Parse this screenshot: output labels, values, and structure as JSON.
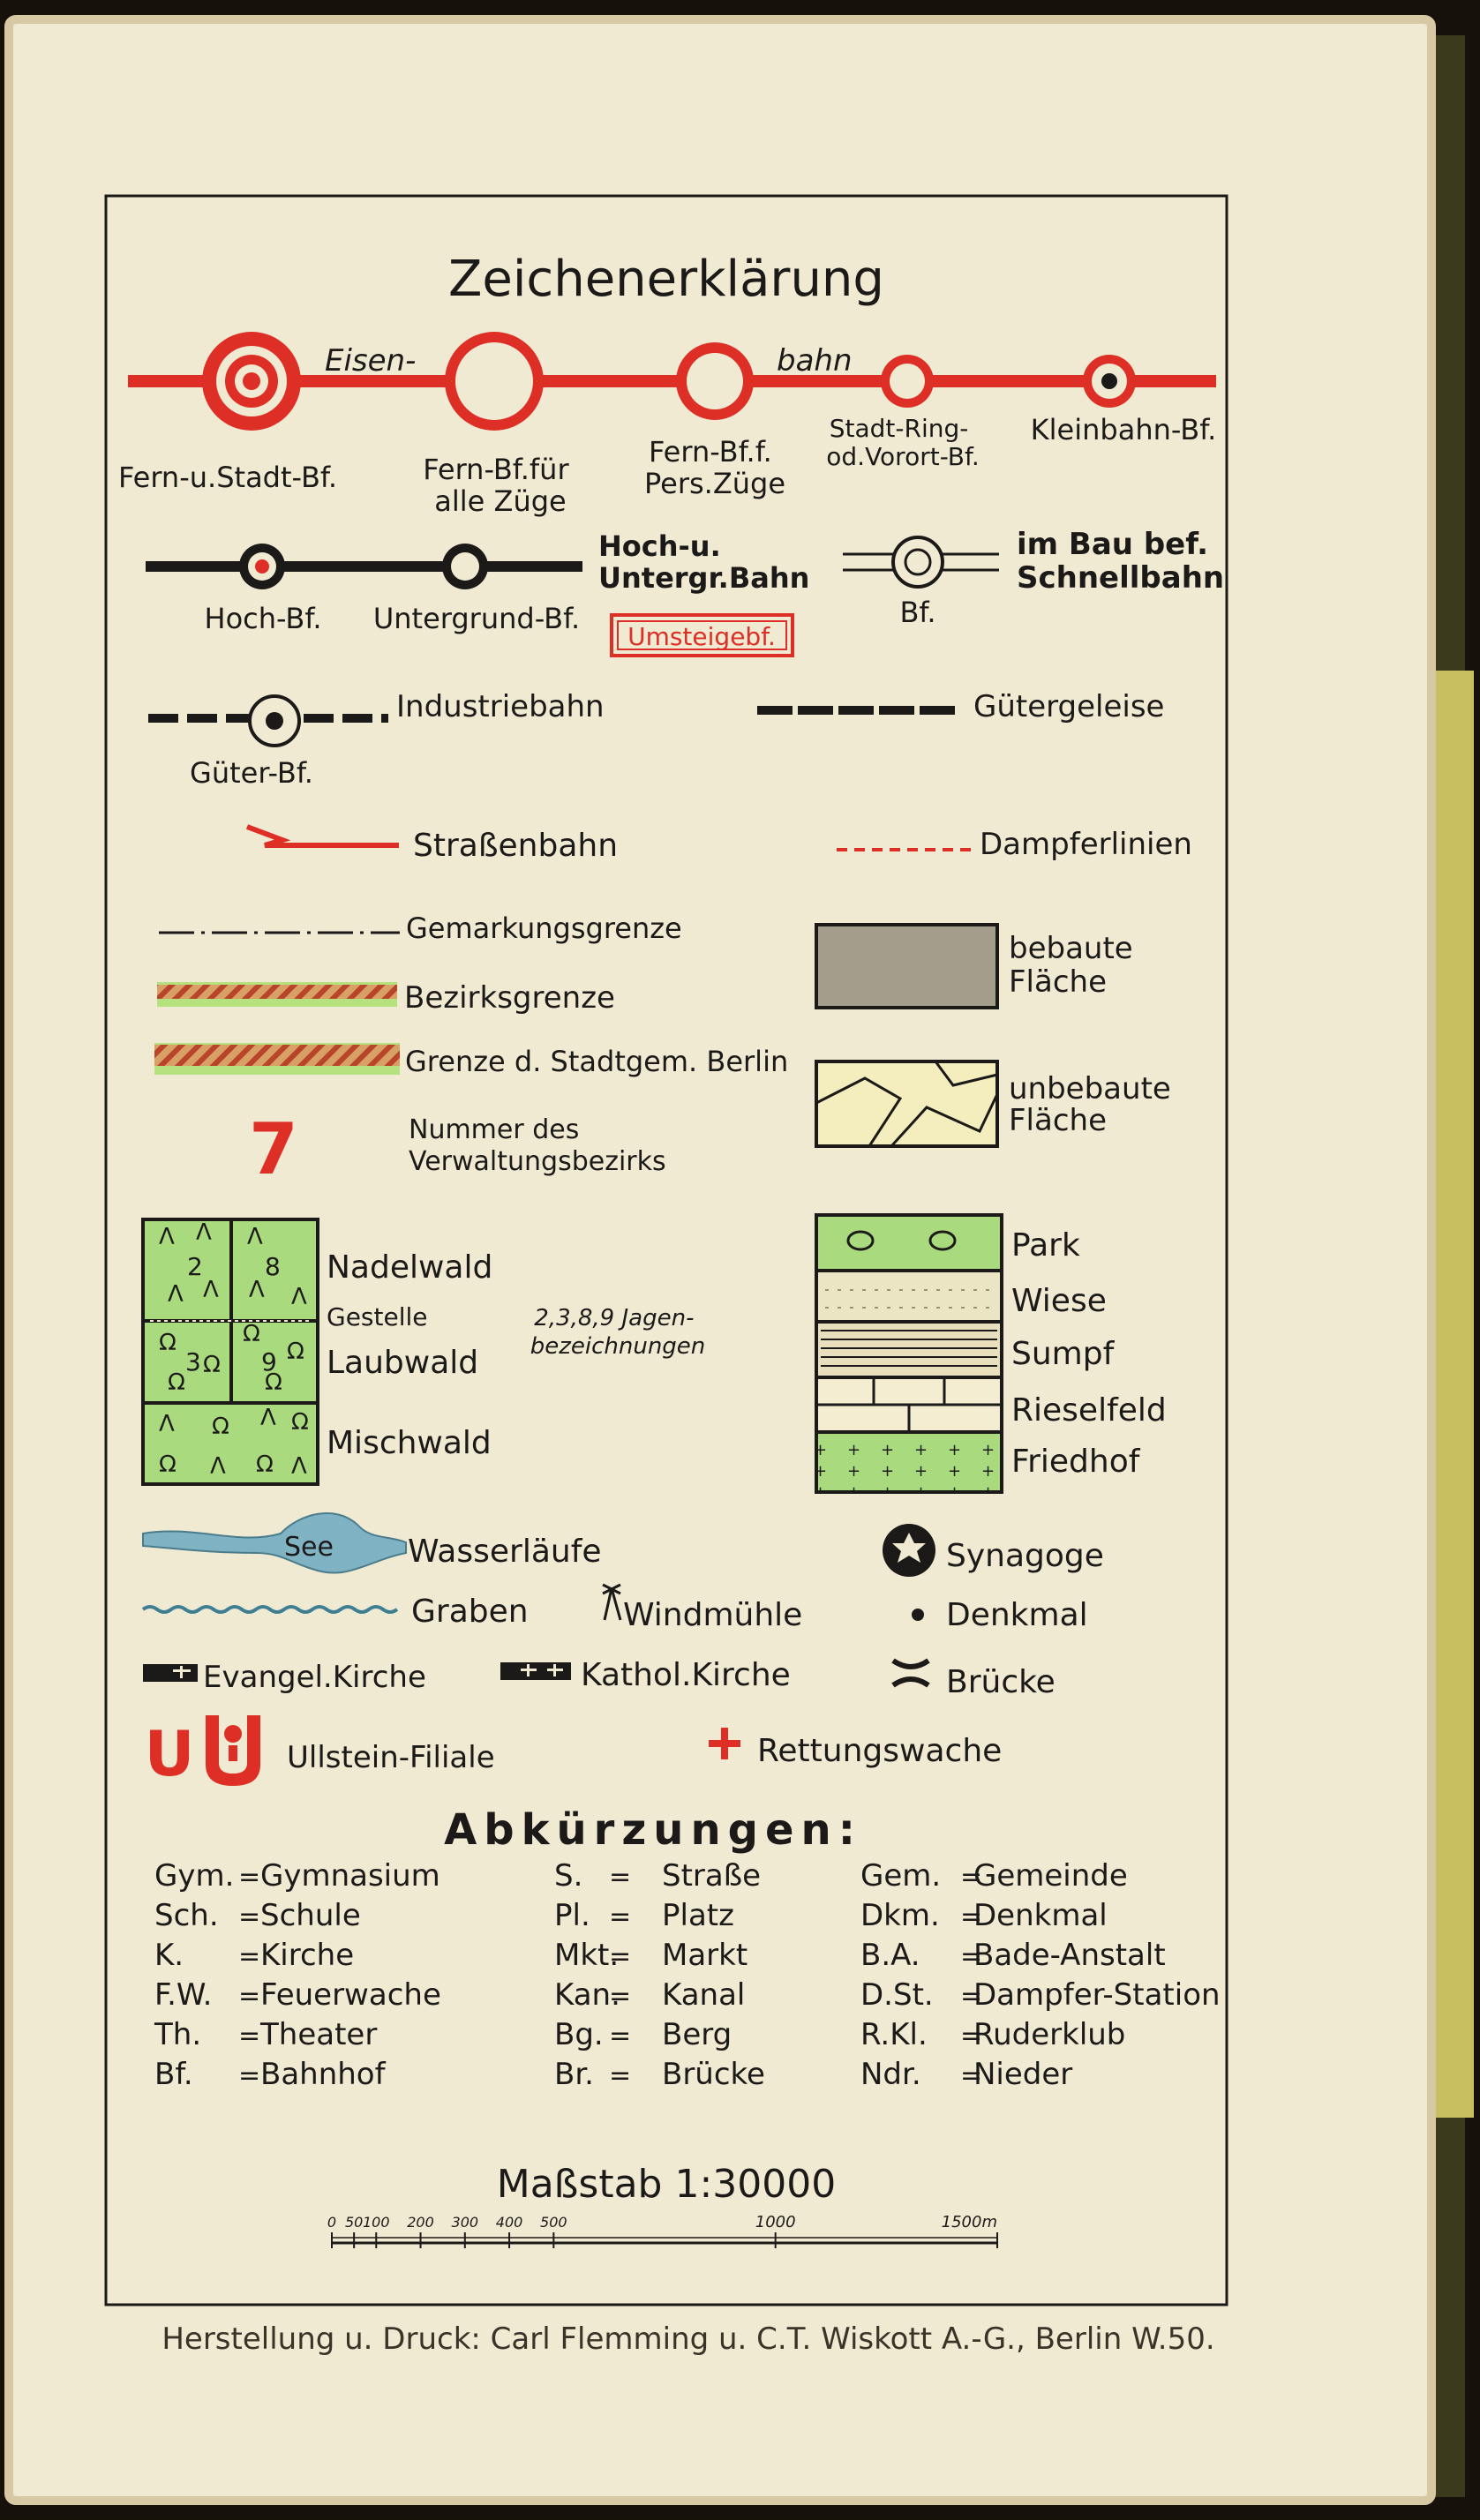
{
  "title": "Zeichenerklärung",
  "railway": {
    "line_left": "Eisen-",
    "line_right": "bahn",
    "stations": [
      {
        "lines": [
          "Fern-u.Stadt-Bf."
        ]
      },
      {
        "lines": [
          "Fern-Bf.für",
          "alle Züge"
        ]
      },
      {
        "lines": [
          "Fern-Bf.f.",
          "Pers.Züge"
        ]
      },
      {
        "lines": [
          "Stadt-Ring-",
          "od.Vorort-Bf."
        ]
      },
      {
        "lines": [
          "Kleinbahn-Bf."
        ]
      }
    ]
  },
  "hochbahn": {
    "label_lines": [
      "Hoch-u.",
      "Untergr.Bahn"
    ],
    "hoch_bf": "Hoch-Bf.",
    "untergrund_bf": "Untergrund-Bf.",
    "umsteige": "Umsteigebf.",
    "schnell_bf": "Bf.",
    "schnell_lines": [
      "im Bau bef.",
      "Schnellbahn"
    ]
  },
  "industrie": {
    "label": "Industriebahn",
    "gueter_bf": "Güter-Bf.",
    "gueter_gleise": "Gütergeleise"
  },
  "strassenbahn": "Straßenbahn",
  "dampfer": "Dampferlinien",
  "grenzen": {
    "gemarkung": "Gemarkungsgrenze",
    "bezirk": "Bezirksgrenze",
    "stadtgemeinde": "Grenze d. Stadtgem. Berlin",
    "bezirk_nummer": "7",
    "nummer_lines": [
      "Nummer des",
      "Verwaltungsbezirks"
    ]
  },
  "flaechen": {
    "bebaut_lines": [
      "bebaute",
      "Fläche"
    ],
    "unbebaut_lines": [
      "unbebaute",
      "Fläche"
    ]
  },
  "wald": {
    "nadelwald": "Nadelwald",
    "gestelle": "Gestelle",
    "laubwald": "Laubwald",
    "mischwald": "Mischwald",
    "jagen_lines": [
      "2,3,8,9 Jagen-",
      "bezeichnungen"
    ],
    "jagen_numbers": [
      "2",
      "8",
      "3",
      "9"
    ]
  },
  "landnutzung": [
    "Park",
    "Wiese",
    "Sumpf",
    "Rieselfeld",
    "Friedhof"
  ],
  "wasser": {
    "see": "See",
    "wasserlaeufe": "Wasserläufe",
    "graben": "Graben"
  },
  "symbole": {
    "windmuehle": "Windmühle",
    "synagoge": "Synagoge",
    "denkmal": "Denkmal",
    "ev_kirche": "Evangel.Kirche",
    "kath_kirche": "Kathol.Kirche",
    "bruecke": "Brücke",
    "ullstein_letter": "U",
    "ullstein": "Ullstein-Filiale",
    "rettung": "Rettungswache"
  },
  "abkuerzungen": {
    "heading": "Abkürzungen:",
    "rows": [
      [
        [
          "Gym.",
          "Gymnasium"
        ],
        [
          "S.",
          "Straße"
        ],
        [
          "Gem.",
          "Gemeinde"
        ]
      ],
      [
        [
          "Sch.",
          "Schule"
        ],
        [
          "Pl.",
          "Platz"
        ],
        [
          "Dkm.",
          "Denkmal"
        ]
      ],
      [
        [
          "K.",
          "Kirche"
        ],
        [
          "Mkt.",
          "Markt"
        ],
        [
          "B.A.",
          "Bade-Anstalt"
        ]
      ],
      [
        [
          "F.W.",
          "Feuerwache"
        ],
        [
          "Kan.",
          "Kanal"
        ],
        [
          "D.St.",
          "Dampfer-Station"
        ]
      ],
      [
        [
          "Th.",
          "Theater"
        ],
        [
          "Bg.",
          "Berg"
        ],
        [
          "R.Kl.",
          "Ruderklub"
        ]
      ],
      [
        [
          "Bf.",
          "Bahnhof"
        ],
        [
          "Br.",
          "Brücke"
        ],
        [
          "Ndr.",
          "Nieder"
        ]
      ]
    ]
  },
  "massstab": {
    "title": "Maßstab 1:30000",
    "ticks": [
      "0",
      "50",
      "100",
      "200",
      "300",
      "400",
      "500",
      "1000",
      "1500m"
    ]
  },
  "imprint": "Herstellung u. Druck: Carl Flemming u. C.T. Wiskott A.-G., Berlin W.50.",
  "colors": {
    "paper": "#f1ead3",
    "ink": "#1c1a18",
    "red": "#dd2f26",
    "green": "#a9db7e",
    "water": "#7fb3c4",
    "bebaut": "#a39d8c"
  }
}
